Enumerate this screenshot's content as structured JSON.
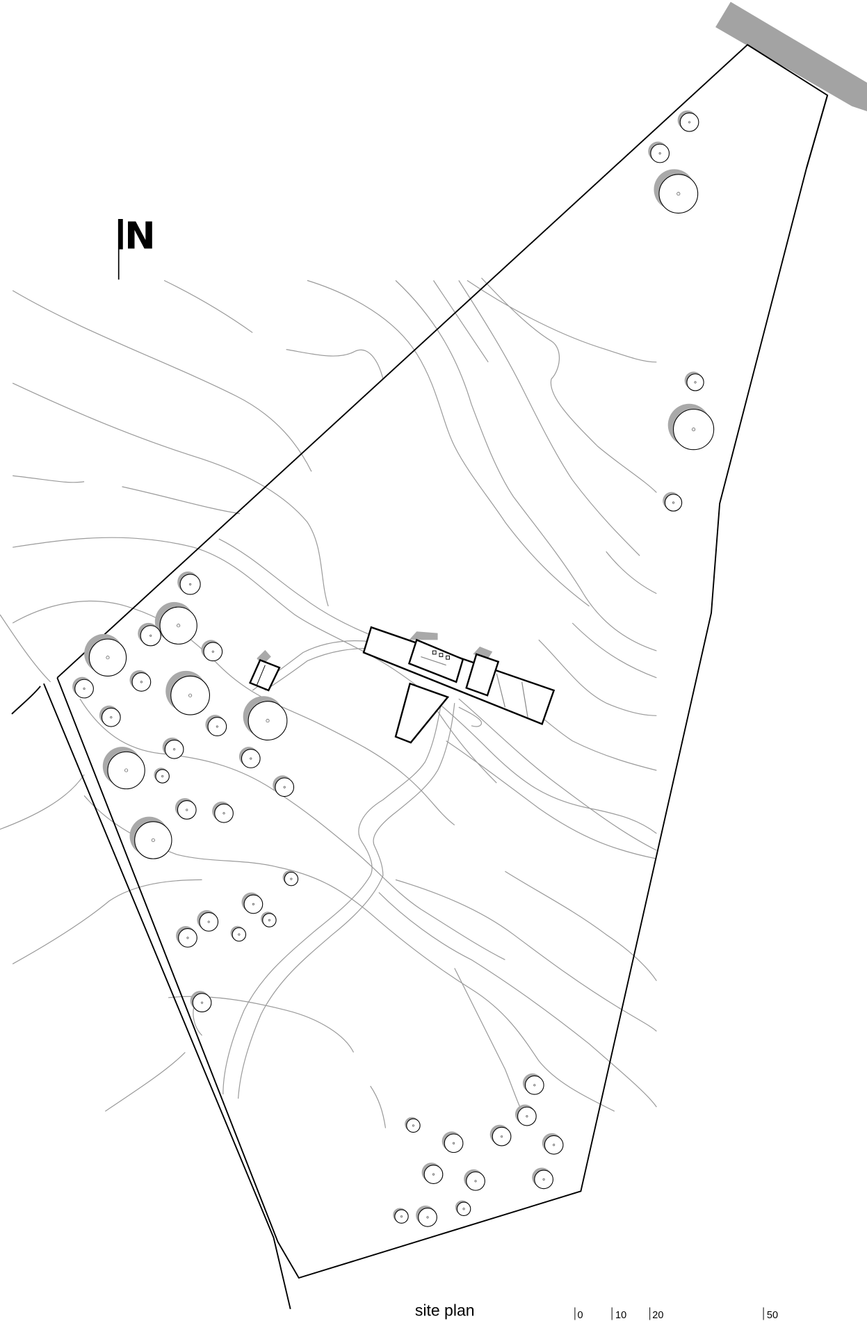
{
  "north": {
    "label": "N"
  },
  "caption": "site plan",
  "scale_bar": {
    "ticks": [
      "0",
      "10",
      "20",
      "50"
    ]
  },
  "colors": {
    "line": "#000000",
    "contour": "#9a9a9a",
    "tree_shadow": "#a9a9a9",
    "road_block": "#a3a3a3"
  }
}
